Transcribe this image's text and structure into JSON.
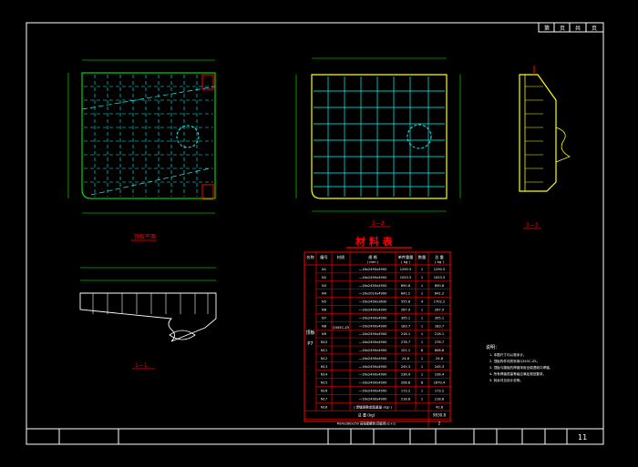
{
  "title_block": {
    "top_cells": [
      "第",
      "页",
      "共",
      "页"
    ],
    "sheet_number": "11"
  },
  "views": {
    "plan_title": "顶板平面",
    "section_2_title": "2—2",
    "section_3_title": "3—3",
    "section_1_title": "1—1"
  },
  "material_table": {
    "title": "材 料 表",
    "headers": [
      "名称",
      "编号",
      "材质",
      "规    格",
      "单件重量",
      "数量",
      "总 重"
    ],
    "header_units": [
      "",
      "",
      "",
      "( mm )",
      "( kg )",
      "",
      "( kg )"
    ],
    "part_name": "顶板",
    "part_code": "P7",
    "material": "Q345C-Z5",
    "rows": [
      {
        "no": "N1",
        "spec": "—16x2490x4900",
        "unit": "1290.5",
        "qty": "1",
        "total": "1290.5"
      },
      {
        "no": "N2",
        "spec": "—16x2490x4900",
        "unit": "1053.5",
        "qty": "1",
        "total": "1053.5"
      },
      {
        "no": "N3",
        "spec": "—16x2490x4900",
        "unit": "890.8",
        "qty": "1",
        "total": "890.8"
      },
      {
        "no": "N4",
        "spec": "—16x2010x4900",
        "unit": "641.2",
        "qty": "1",
        "total": "641.2"
      },
      {
        "no": "N5",
        "spec": "—16x2490x3630",
        "unit": "555.8",
        "qty": "4",
        "total": "1702.2"
      },
      {
        "no": "N6",
        "spec": "—16x2490x4900",
        "unit": "267.9",
        "qty": "1",
        "total": "267.9"
      },
      {
        "no": "N7",
        "spec": "—16x2490x4900",
        "unit": "395.1",
        "qty": "1",
        "total": "395.1"
      },
      {
        "no": "N8",
        "spec": "—16x2490x4900",
        "unit": "183.7",
        "qty": "1",
        "total": "183.7"
      },
      {
        "no": "N9",
        "spec": "—16x2490x4900",
        "unit": "218.1",
        "qty": "1",
        "total": "218.1"
      },
      {
        "no": "N10",
        "spec": "—16x2490x4900",
        "unit": "278.7",
        "qty": "1",
        "total": "278.7"
      },
      {
        "no": "N11",
        "spec": "—16x2490x4900",
        "unit": "101.1",
        "qty": "8",
        "total": "808.8"
      },
      {
        "no": "N12",
        "spec": "—16x2490x4900",
        "unit": "24.8",
        "qty": "1",
        "total": "24.8"
      },
      {
        "no": "N13",
        "spec": "—16x2490x4900",
        "unit": "245.3",
        "qty": "1",
        "total": "245.3"
      },
      {
        "no": "N14",
        "spec": "—16x2490x4900",
        "unit": "236.4",
        "qty": "1",
        "total": "236.4"
      },
      {
        "no": "N15",
        "spec": "—16x2490x4900",
        "unit": "208.8",
        "qty": "8",
        "total": "1670.4"
      },
      {
        "no": "N16",
        "spec": "—16x2490x4900",
        "unit": "173.2",
        "qty": "1",
        "total": "173.2"
      },
      {
        "no": "N17",
        "spec": "—16x2490x4900",
        "unit": "218.8",
        "qty": "1",
        "total": "218.8"
      },
      {
        "no": "N18",
        "spec": "( 焊缝熔敷金属重量 (kg) )",
        "unit": "",
        "qty": "",
        "total": "42.8"
      }
    ],
    "total_label": "总    重 (kg)",
    "total_value": "9930.8",
    "note_row": "M24x280x250 高强度螺栓(顶板用)(1+1)",
    "note_row_value": "2"
  },
  "notes": {
    "heading": "说明：",
    "lines": [
      "1. 本图尺寸均以毫米计。",
      "2. 顶板构件材质采用Q345C-Z5。",
      "3. 顶板与腹板的焊缝采用全熔透坡口焊缝。",
      "4. 所有焊缝质量等级应满足规范要求。",
      "5. 其余详见设计说明。"
    ]
  }
}
